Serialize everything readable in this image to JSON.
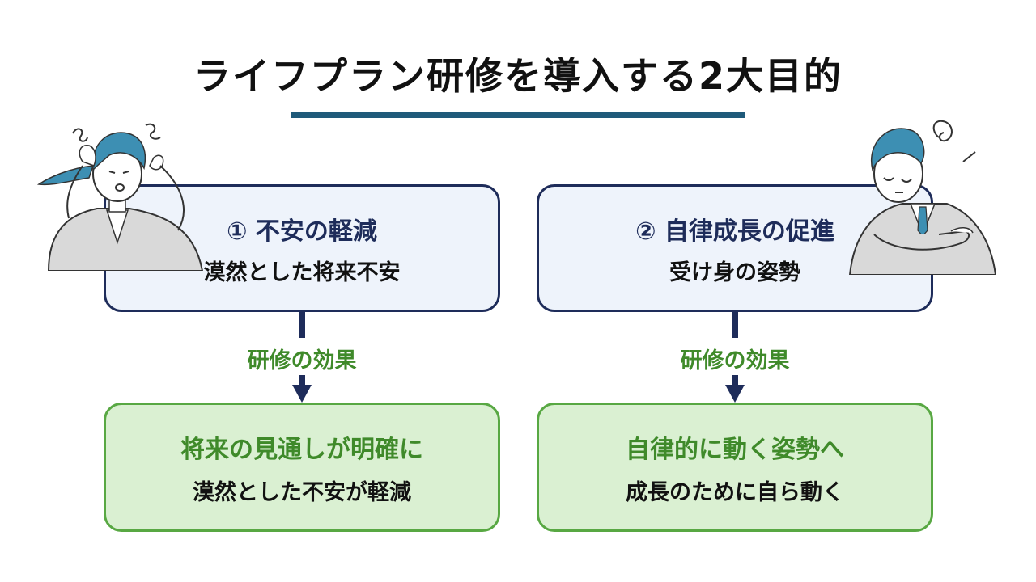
{
  "title": "ライフプラン研修を導入する2大目的",
  "colors": {
    "accent_rule": "#1f5a7a",
    "navy": "#1e2c5a",
    "green": "#3f8a2a",
    "green_fill": "#daf0d2",
    "top_fill": "#eef3fb"
  },
  "left": {
    "problem_title": "① 不安の軽減",
    "problem_detail": "漠然とした将来不安",
    "effect_label": "研修の効果",
    "result_title": "将来の見通しが明確に",
    "result_detail": "漠然とした不安が軽減",
    "illustration": "worried-woman-icon"
  },
  "right": {
    "problem_title": "② 自律成長の促進",
    "problem_detail": "受け身の姿勢",
    "effect_label": "研修の効果",
    "result_title": "自律的に動く姿勢へ",
    "result_detail": "成長のために自ら動く",
    "illustration": "troubled-man-icon"
  }
}
